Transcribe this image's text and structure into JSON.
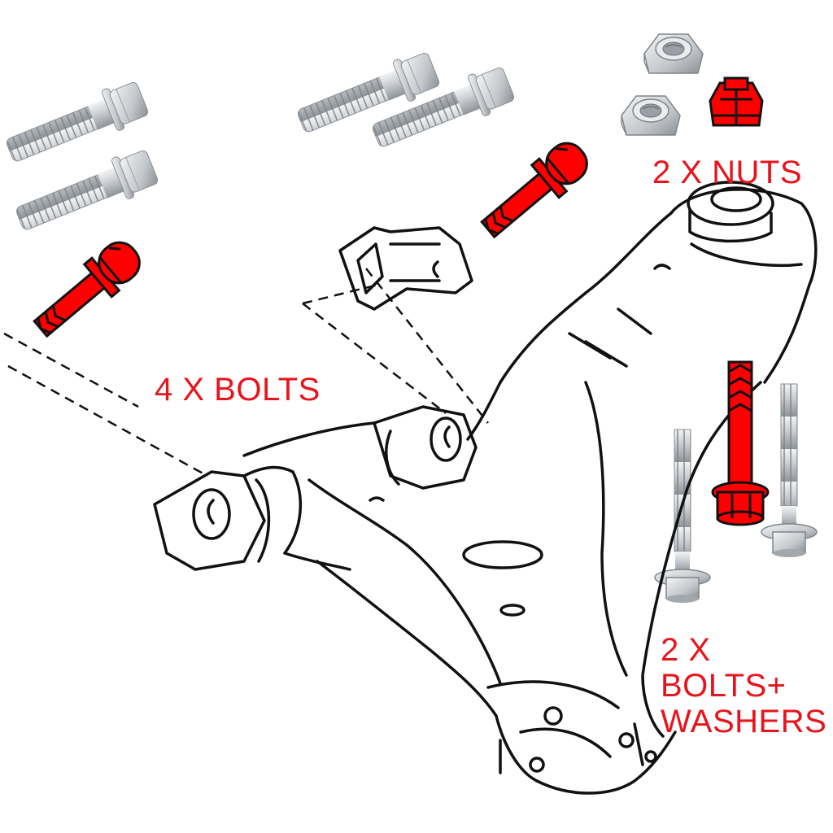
{
  "labels": {
    "nuts": "2 X NUTS",
    "four_bolts": "4 X BOLTS",
    "bolts_washers_line1": "2 X",
    "bolts_washers_line2": "BOLTS+",
    "bolts_washers_line3": "WASHERS"
  },
  "colors": {
    "label": "#e8141c",
    "highlight_part": "#ff0000",
    "line_art": "#111111",
    "metal_light": "#d2d5d8",
    "metal_dark": "#8c9196"
  },
  "parts": [
    {
      "name": "flange-bolt",
      "count": 4
    },
    {
      "name": "flange-nut",
      "count": 2
    },
    {
      "name": "bolt-with-washer",
      "count": 2
    }
  ]
}
